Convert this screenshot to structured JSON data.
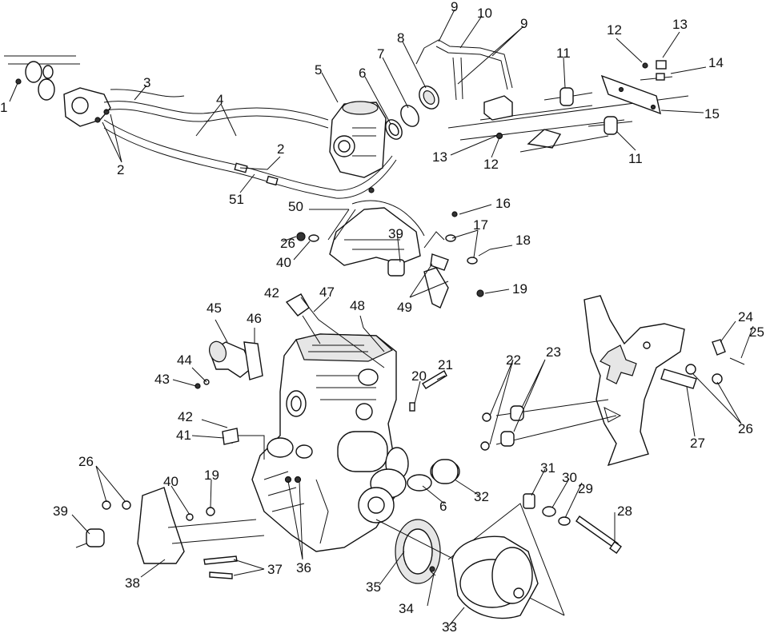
{
  "callouts": [
    {
      "id": "c1",
      "text": "1"
    },
    {
      "id": "c2a",
      "text": "2"
    },
    {
      "id": "c2b",
      "text": "2"
    },
    {
      "id": "c3",
      "text": "3"
    },
    {
      "id": "c4",
      "text": "4"
    },
    {
      "id": "c5",
      "text": "5"
    },
    {
      "id": "c6a",
      "text": "6"
    },
    {
      "id": "c6b",
      "text": "6"
    },
    {
      "id": "c7",
      "text": "7"
    },
    {
      "id": "c8",
      "text": "8"
    },
    {
      "id": "c9a",
      "text": "9"
    },
    {
      "id": "c9b",
      "text": "9"
    },
    {
      "id": "c10",
      "text": "10"
    },
    {
      "id": "c11a",
      "text": "11"
    },
    {
      "id": "c11b",
      "text": "11"
    },
    {
      "id": "c12a",
      "text": "12"
    },
    {
      "id": "c12b",
      "text": "12"
    },
    {
      "id": "c13a",
      "text": "13"
    },
    {
      "id": "c13b",
      "text": "13"
    },
    {
      "id": "c14",
      "text": "14"
    },
    {
      "id": "c15",
      "text": "15"
    },
    {
      "id": "c16",
      "text": "16"
    },
    {
      "id": "c17",
      "text": "17"
    },
    {
      "id": "c18",
      "text": "18"
    },
    {
      "id": "c19a",
      "text": "19"
    },
    {
      "id": "c19b",
      "text": "19"
    },
    {
      "id": "c20",
      "text": "20"
    },
    {
      "id": "c21",
      "text": "21"
    },
    {
      "id": "c22",
      "text": "22"
    },
    {
      "id": "c23",
      "text": "23"
    },
    {
      "id": "c24",
      "text": "24"
    },
    {
      "id": "c25",
      "text": "25"
    },
    {
      "id": "c26a",
      "text": "26"
    },
    {
      "id": "c26b",
      "text": "26"
    },
    {
      "id": "c26c",
      "text": "26"
    },
    {
      "id": "c27",
      "text": "27"
    },
    {
      "id": "c28",
      "text": "28"
    },
    {
      "id": "c29",
      "text": "29"
    },
    {
      "id": "c30",
      "text": "30"
    },
    {
      "id": "c31",
      "text": "31"
    },
    {
      "id": "c32",
      "text": "32"
    },
    {
      "id": "c33",
      "text": "33"
    },
    {
      "id": "c34",
      "text": "34"
    },
    {
      "id": "c35",
      "text": "35"
    },
    {
      "id": "c36",
      "text": "36"
    },
    {
      "id": "c37",
      "text": "37"
    },
    {
      "id": "c38",
      "text": "38"
    },
    {
      "id": "c39a",
      "text": "39"
    },
    {
      "id": "c39b",
      "text": "39"
    },
    {
      "id": "c40a",
      "text": "40"
    },
    {
      "id": "c40b",
      "text": "40"
    },
    {
      "id": "c41",
      "text": "41"
    },
    {
      "id": "c42a",
      "text": "42"
    },
    {
      "id": "c42b",
      "text": "42"
    },
    {
      "id": "c43",
      "text": "43"
    },
    {
      "id": "c44",
      "text": "44"
    },
    {
      "id": "c45",
      "text": "45"
    },
    {
      "id": "c46",
      "text": "46"
    },
    {
      "id": "c47",
      "text": "47"
    },
    {
      "id": "c48",
      "text": "48"
    },
    {
      "id": "c49",
      "text": "49"
    },
    {
      "id": "c50",
      "text": "50"
    },
    {
      "id": "c51",
      "text": "51"
    }
  ]
}
